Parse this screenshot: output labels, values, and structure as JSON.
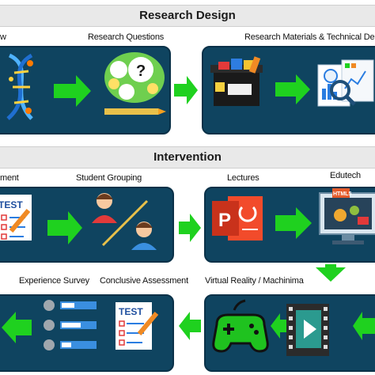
{
  "sections": {
    "research_design": "Research Design",
    "intervention": "Intervention"
  },
  "labels": {
    "rd_left": "w",
    "rd_questions": "Research Questions",
    "rd_materials": "Research Materials & Technical De",
    "iv_left": "ment",
    "iv_grouping": "Student Grouping",
    "iv_lectures": "Lectures",
    "iv_edutech": "Edutech",
    "iv_survey": "Experience Survey",
    "iv_assessment": "Conclusive Assessment",
    "iv_vr": "Virtual Reality / Machinima"
  },
  "icon_text": {
    "test_1": "TEST",
    "test_2": "TEST",
    "html5": "HTML5"
  },
  "colors": {
    "panel": "#0f4460",
    "arrow": "#1fd11f",
    "banner": "#e9e9e9"
  }
}
